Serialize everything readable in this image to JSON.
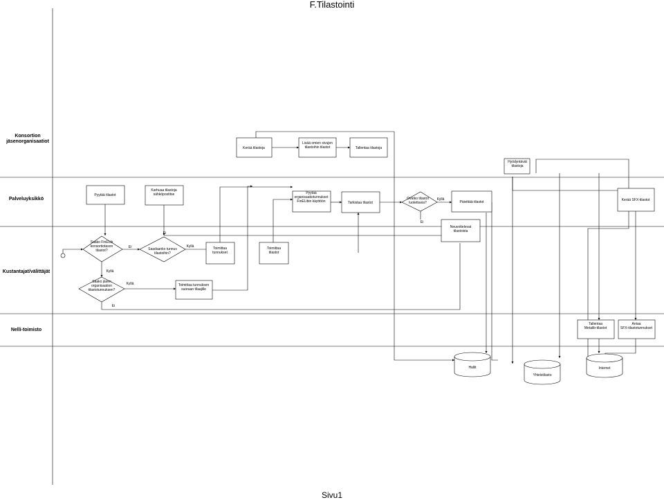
{
  "page": {
    "title": "F.Tilastointi",
    "footer": "Sivu1"
  },
  "lanes": {
    "konsortio": [
      "Konsortion",
      "jäsenorganisaatiot"
    ],
    "palvelu": [
      "Palveluyksikkö"
    ],
    "kustantajat": [
      "Kustantajat/välittäjät"
    ],
    "nelli": [
      "Nelli-toimisto"
    ]
  },
  "nodes": {
    "keraa_tilastoja": [
      "Kerää tilastoja"
    ],
    "lisaa_omien": [
      "Lisää omien sivujen",
      "tilastoihin tilastot"
    ],
    "tallentaa_tilastoja": [
      "Tallentaa tilastoja"
    ],
    "hyodyntavat": [
      "Hyödyntävät",
      "tilastoja"
    ],
    "pyytaa_tilastot": [
      "Pyytää tilastot"
    ],
    "kerhuaa": [
      "Karhuaa tilastoja",
      "sähköpostitse"
    ],
    "pyytaa_org": [
      "Pyytää",
      "organisaatiotunnukset",
      "FinELibin käyttöön"
    ],
    "tarkistaa": [
      "Tarkistaa tilastot"
    ],
    "ovatko": [
      "Ovatko tilastot",
      "luotettavia?"
    ],
    "paivittaa": [
      "Päivittää tilastot"
    ],
    "keraa_sfx": [
      "Kerää SFX-tilastot"
    ],
    "neuvottelevat": [
      "Neuvottelevat",
      "tilastoista"
    ],
    "saako_finelib": [
      "Saako FinELib",
      "konsortiotason",
      "tilastot?"
    ],
    "saadaanko": [
      "Saadaanko tunnus",
      "tilastoihin?"
    ],
    "toimittaa_tunnukset": [
      "Toimittaa",
      "tunnukset"
    ],
    "toimittaa_tilastot": [
      "Toimittaa",
      "tilastot"
    ],
    "saako_jasen": [
      "Saako jäsen",
      "organisaation",
      "tilastotunnuksen?"
    ],
    "toimittaa_suoraan": [
      "Toimittaa tunnuksen",
      "suoraan tilaajille"
    ],
    "tallentaa_metalib": [
      "Tallentaa",
      "Metalib-tilastot"
    ],
    "antaa_sfx": [
      "Antaa",
      "SFX-tilastotunnukset"
    ],
    "hallit": [
      "Hallit"
    ],
    "yhteistilasto": [
      "Yhteistilasto"
    ],
    "internet": [
      "Internet"
    ]
  },
  "edge_labels": {
    "ei_1": "Ei",
    "ei_2": "Ei",
    "ei_3": "Ei",
    "ei_4": "Ei",
    "kylla_1": "Kyllä",
    "kylla_2": "Kyllä",
    "kylla_3": "Kyllä",
    "kylla_4": "Kyllä"
  }
}
